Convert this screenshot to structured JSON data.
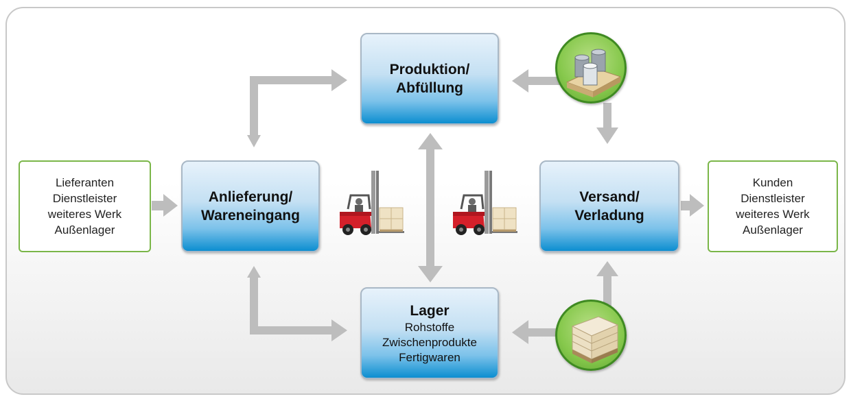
{
  "nodes": {
    "production": {
      "title_line1": "Produktion/",
      "title_line2": "Abfüllung"
    },
    "incoming": {
      "title_line1": "Anlieferung/",
      "title_line2": "Wareneingang"
    },
    "shipping": {
      "title_line1": "Versand/",
      "title_line2": "Verladung"
    },
    "storage": {
      "title": "Lager",
      "items": [
        "Rohstoffe",
        "Zwischenprodukte",
        "Fertigwaren"
      ]
    }
  },
  "suppliers": {
    "lines": [
      "Lieferanten",
      "Dienstleister",
      "weiteres Werk",
      "Außenlager"
    ]
  },
  "customers": {
    "lines": [
      "Kunden",
      "Dienstleister",
      "weiteres Werk",
      "Außenlager"
    ]
  },
  "icons": {
    "forklift_left": "forklift-icon",
    "forklift_right": "forklift-icon",
    "barrels_badge": "barrels-pallet-icon",
    "boxes_badge": "boxes-pallet-icon"
  },
  "colors": {
    "box_border": "#a9b8c6",
    "box_gradient_bottom": "#0c8ed0",
    "external_border": "#7ab648",
    "arrow": "#bdbdbd",
    "badge_green": "#86c84c",
    "forklift_red": "#d4202a"
  }
}
